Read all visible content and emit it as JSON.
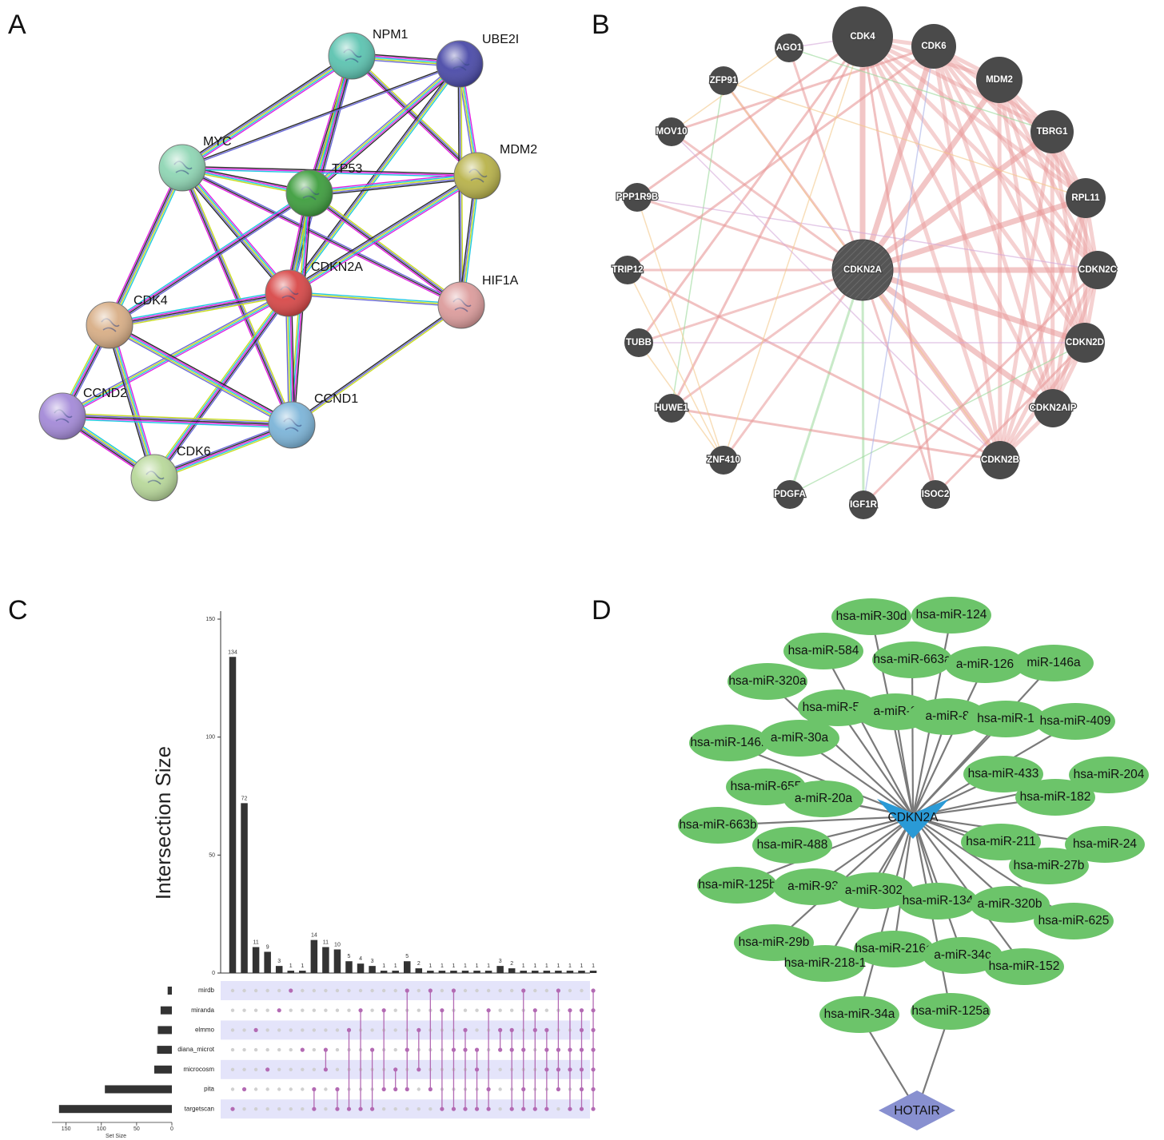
{
  "panels": {
    "A": {
      "label": "A",
      "nodes": [
        {
          "name": "NPM1",
          "color": "#5cc3b0"
        },
        {
          "name": "UBE2I",
          "color": "#4a4aa8"
        },
        {
          "name": "MYC",
          "color": "#8fd6b4"
        },
        {
          "name": "TP53",
          "color": "#3e9e3e"
        },
        {
          "name": "MDM2",
          "color": "#b8b24a"
        },
        {
          "name": "CDKN2A",
          "color": "#d84848"
        },
        {
          "name": "HIF1A",
          "color": "#dc9c9c"
        },
        {
          "name": "CDK4",
          "color": "#d8ae86"
        },
        {
          "name": "CCND2",
          "color": "#a48ad8"
        },
        {
          "name": "CCND1",
          "color": "#7cb4d8"
        },
        {
          "name": "CDK6",
          "color": "#b8d89a"
        }
      ],
      "edge_colors": [
        "#2a2a2a",
        "#e020e0",
        "#20c8e0",
        "#c8dc20",
        "#6a6ad8"
      ]
    },
    "B": {
      "label": "B",
      "center": "CDKN2A",
      "nodes": [
        "CDK4",
        "CDK6",
        "AGO1",
        "MDM2",
        "ZFP91",
        "TBRG1",
        "MOV10",
        "RPL11",
        "PPP1R9B",
        "TRIP12",
        "CDKN2C",
        "TUBB",
        "CDKN2D",
        "HUWE1",
        "CDKN2AIP",
        "ZNF410",
        "CDKN2B",
        "PDGFA",
        "IGF1R",
        "ISOC2"
      ],
      "node_color": "#4a4a4a",
      "edge_colors": [
        "#e89898",
        "#f4c88a",
        "#9ad89a",
        "#d4a8d8",
        "#a8b0e8"
      ]
    },
    "C": {
      "label": "C",
      "chart_data": {
        "type": "bar",
        "ylabel": "Intersection Size",
        "xlabel": "Set Size",
        "ylim": [
          0,
          150
        ],
        "yticks": [
          "0",
          "50",
          "100",
          "150"
        ],
        "set_size_ticks": [
          "150",
          "100",
          "50",
          "0"
        ],
        "sets": [
          "mirdb",
          "miranda",
          "elmmo",
          "diana_microt",
          "microcosm",
          "pita",
          "targetscan"
        ],
        "set_sizes": [
          6,
          16,
          20,
          21,
          25,
          95,
          160
        ],
        "intersection_values": [
          134,
          72,
          11,
          9,
          3,
          1,
          1,
          14,
          11,
          10,
          5,
          4,
          3,
          1,
          1,
          5,
          2,
          1,
          1,
          1,
          1,
          1,
          1,
          3,
          2,
          1,
          1,
          1,
          1,
          1,
          1,
          1
        ],
        "bar_labels": [
          "134",
          "72",
          "11",
          "9",
          "3",
          "1",
          "1",
          "14",
          "11",
          "10",
          "5",
          "4",
          "3",
          "1",
          "1",
          "5",
          "2",
          "1",
          "1",
          "1",
          "1",
          "1",
          "1",
          "3",
          "2",
          "1",
          "1",
          "1",
          "1",
          "1",
          "1",
          "1"
        ],
        "memberships": [
          [
            6
          ],
          [
            5
          ],
          [
            2
          ],
          [
            4
          ],
          [
            1
          ],
          [
            0
          ],
          [
            3
          ],
          [
            5,
            6
          ],
          [
            3,
            4
          ],
          [
            5,
            6
          ],
          [
            2,
            6
          ],
          [
            1,
            6
          ],
          [
            3,
            6
          ],
          [
            1,
            5
          ],
          [
            4,
            5
          ],
          [
            0,
            3,
            5
          ],
          [
            2,
            4
          ],
          [
            0,
            5
          ],
          [
            1,
            6
          ],
          [
            0,
            3,
            6
          ],
          [
            2,
            3,
            6
          ],
          [
            3,
            4,
            6
          ],
          [
            1,
            5,
            6
          ],
          [
            2,
            3
          ],
          [
            2,
            3,
            6
          ],
          [
            0,
            3,
            5,
            6
          ],
          [
            1,
            2,
            6
          ],
          [
            2,
            3,
            4,
            6
          ],
          [
            0,
            3,
            4,
            5
          ],
          [
            1,
            3,
            4,
            6
          ],
          [
            1,
            2,
            3,
            4,
            5,
            6
          ],
          [
            0,
            1,
            2,
            3,
            4,
            5,
            6
          ]
        ],
        "bar_color": "#333333",
        "dot_color": "#b36ab3",
        "band_color": "#e4e4fa"
      }
    },
    "D": {
      "label": "D",
      "center": "CDKN2A",
      "lnc": "HOTAIR",
      "mirnas": [
        "hsa-miR-30d",
        "hsa-miR-124",
        "hsa-miR-584",
        "hsa-miR-663a",
        "a-miR-126",
        "miR-146a",
        "hsa-miR-320a",
        "hsa-miR-506",
        "a-miR-9",
        "a-miR-8",
        "hsa-miR-1",
        "hsa-miR-409",
        "hsa-miR-146b",
        "a-miR-30a",
        "hsa-miR-433",
        "hsa-miR-204",
        "hsa-miR-655",
        "a-miR-20a",
        "hsa-miR-182",
        "hsa-miR-663b",
        "hsa-miR-488",
        "hsa-miR-211",
        "hsa-miR-24",
        "hsa-miR-27b",
        "hsa-miR-125b",
        "a-miR-93",
        "a-miR-302",
        "hsa-miR-134",
        "a-miR-320b",
        "hsa-miR-625",
        "hsa-miR-29b",
        "hsa-miR-216a",
        "a-miR-34c",
        "hsa-miR-218-1",
        "hsa-miR-152",
        "hsa-miR-34a",
        "hsa-miR-125a"
      ],
      "hotair_targets": [
        "hsa-miR-34a",
        "hsa-miR-125a"
      ],
      "mirna_color": "#6cc46a",
      "center_color": "#2a9ad6",
      "lnc_color": "#8890d0",
      "edge_color": "#7a7a7a"
    }
  }
}
